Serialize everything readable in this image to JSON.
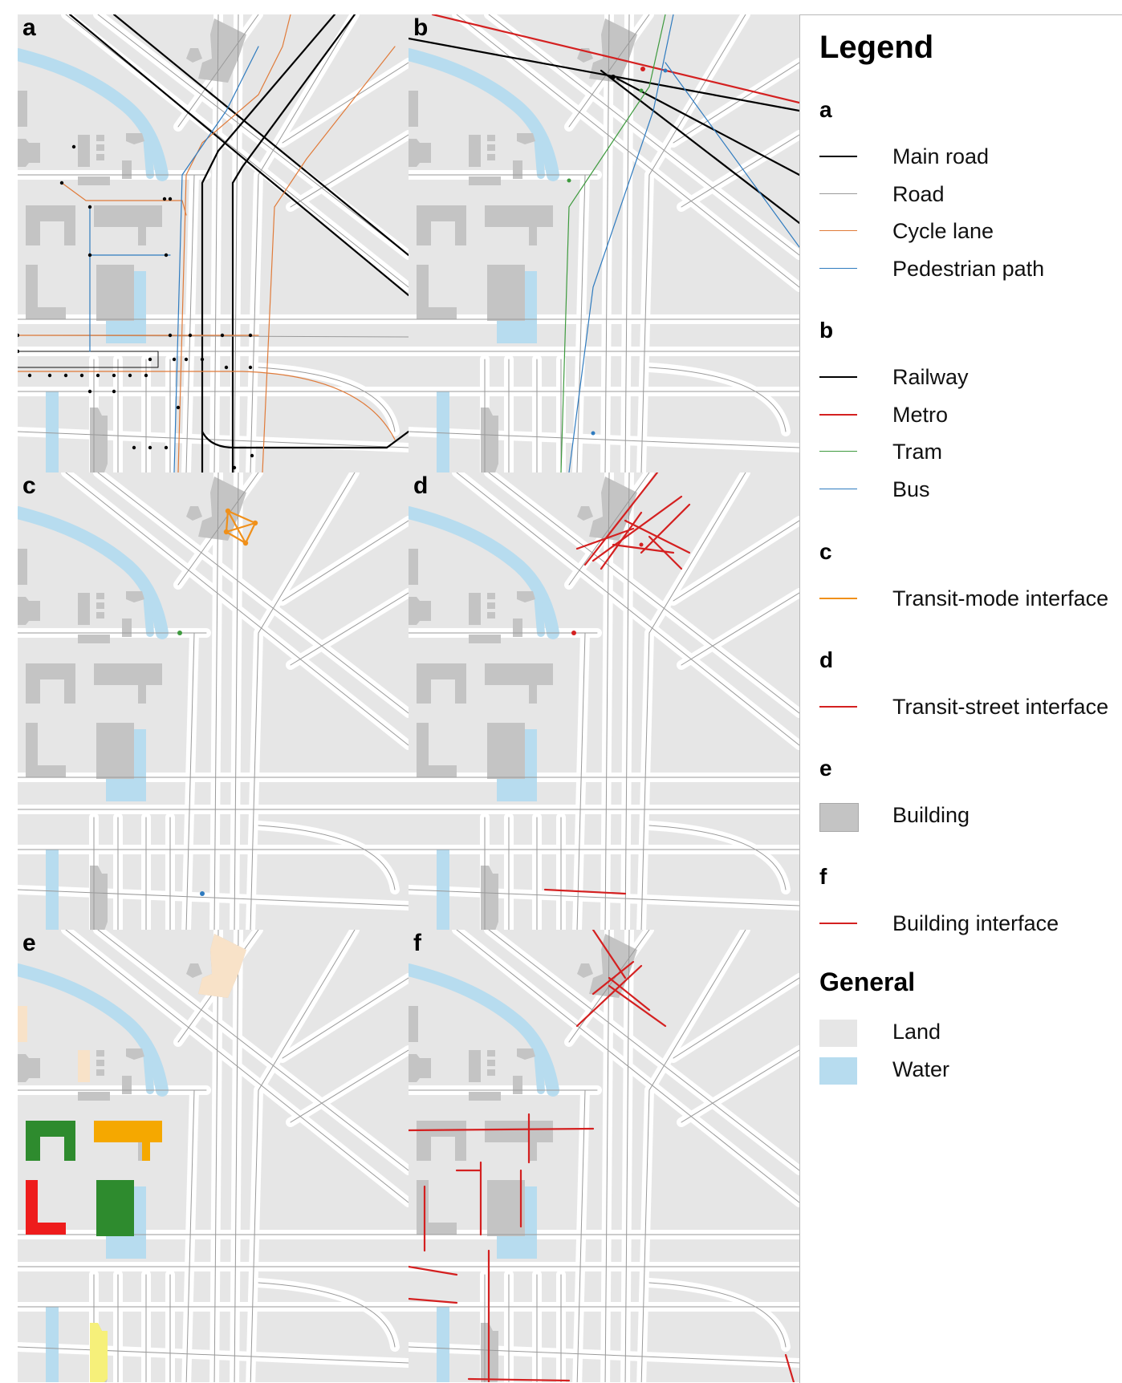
{
  "panels": [
    {
      "letter": "a",
      "layer": "street"
    },
    {
      "letter": "b",
      "layer": "transit"
    },
    {
      "letter": "c",
      "layer": "transit-mode"
    },
    {
      "letter": "d",
      "layer": "transit-street"
    },
    {
      "letter": "e",
      "layer": "building"
    },
    {
      "letter": "f",
      "layer": "building-interface"
    }
  ],
  "legend": {
    "title": "Legend",
    "groups": [
      {
        "heading": "a",
        "items": [
          {
            "label": "Main road",
            "color": "#000000",
            "kind": "line"
          },
          {
            "label": "Road",
            "color": "#9a9a9a",
            "kind": "line"
          },
          {
            "label": "Cycle lane",
            "color": "#e07b3a",
            "kind": "line"
          },
          {
            "label": "Pedestrian path",
            "color": "#2f7bbf",
            "kind": "line"
          }
        ]
      },
      {
        "heading": "b",
        "items": [
          {
            "label": "Railway",
            "color": "#000000",
            "kind": "line"
          },
          {
            "label": "Metro",
            "color": "#d42020",
            "kind": "line"
          },
          {
            "label": "Tram",
            "color": "#3e9a3e",
            "kind": "line"
          },
          {
            "label": "Bus",
            "color": "#2f7bbf",
            "kind": "line"
          }
        ]
      },
      {
        "heading": "c",
        "items": [
          {
            "label": "Transit-mode interface",
            "color": "#f0901a",
            "kind": "line"
          }
        ]
      },
      {
        "heading": "d",
        "items": [
          {
            "label": "Transit-street interface",
            "color": "#d42020",
            "kind": "line"
          }
        ]
      },
      {
        "heading": "e",
        "items": [
          {
            "label": "Building",
            "color": "#c4c4c4",
            "kind": "box"
          }
        ]
      },
      {
        "heading": "f",
        "items": [
          {
            "label": "Building interface",
            "color": "#d42020",
            "kind": "line"
          }
        ]
      }
    ],
    "general": {
      "heading": "General",
      "items": [
        {
          "label": "Land",
          "color": "#e6e6e6",
          "kind": "box"
        },
        {
          "label": "Water",
          "color": "#b7dcef",
          "kind": "box"
        }
      ]
    }
  },
  "colors": {
    "land": "#e6e6e6",
    "water": "#b7dcef",
    "street": "#ffffff",
    "building": "#c4c4c4",
    "road_line": "#9a9a9a",
    "main_road": "#000000",
    "cycle": "#e07b3a",
    "pedestrian": "#2f7bbf",
    "metro": "#d42020",
    "tram": "#3e9a3e",
    "bus": "#2f7bbf",
    "mode_interface": "#f0901a",
    "interface_red": "#d42020",
    "landuse_green": "#2e8b2e",
    "landuse_orange": "#f5a800",
    "landuse_red": "#ee1c1c",
    "landuse_yellow": "#f6f07a",
    "landuse_peach": "#f8e2c8"
  }
}
